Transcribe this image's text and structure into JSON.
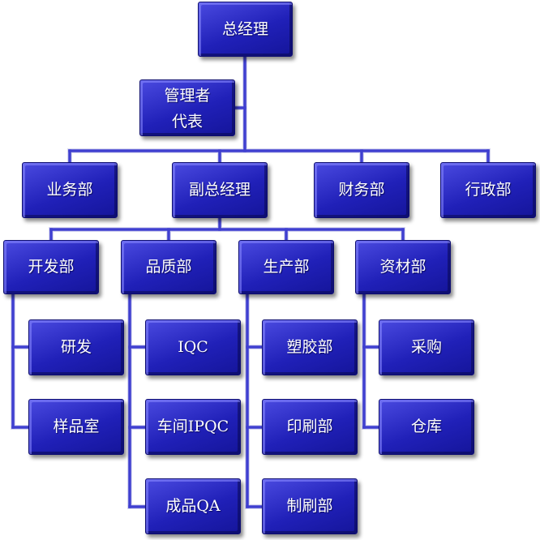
{
  "org_chart": {
    "nodes": {
      "ceo": "总经理",
      "management_rep": "管理者\n代表",
      "business": "业务部",
      "vice_gm": "副总经理",
      "finance": "财务部",
      "admin": "行政部",
      "dev_dept": "开发部",
      "quality_dept": "品质部",
      "production_dept": "生产部",
      "materials_dept": "资材部",
      "rnd": "研发",
      "sample_room": "样品室",
      "iqc": "IQC",
      "workshop_ipqc": "车间IPQC",
      "final_qa": "成品QA",
      "molding": "塑胶部",
      "printing": "印刷部",
      "brushing": "制刷部",
      "purchasing": "采购",
      "warehouse": "仓库"
    },
    "colors": {
      "node_fill": "#2020b8",
      "connector": "#3f3fd0",
      "connector_outline": "#d8d8f0",
      "text": "#ffffff"
    }
  }
}
